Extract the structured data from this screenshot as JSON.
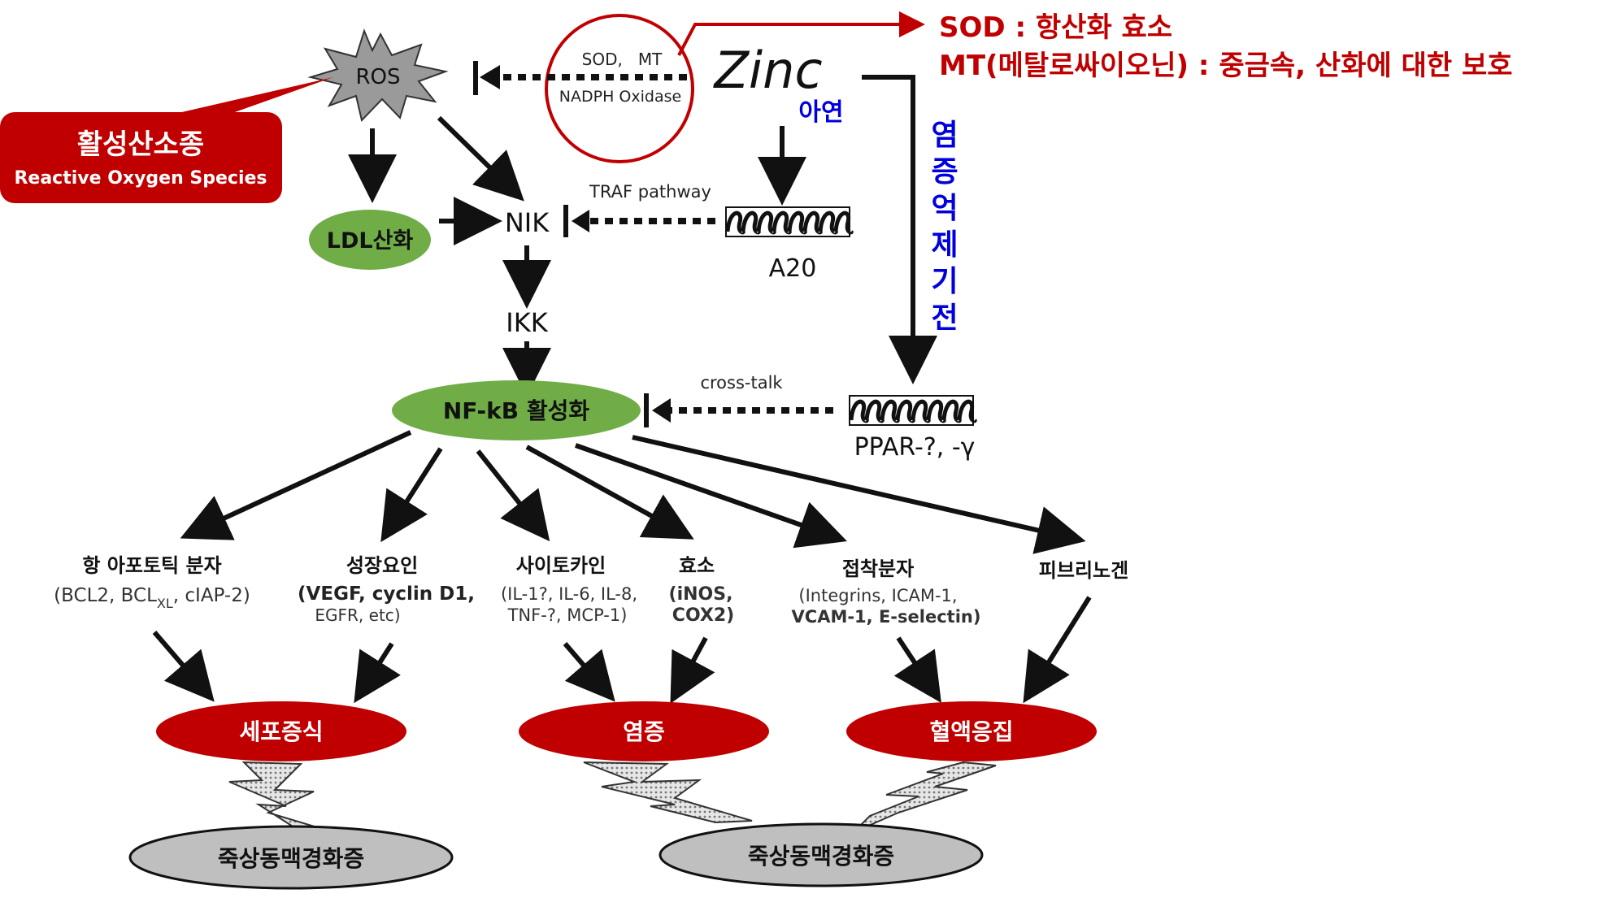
{
  "colors": {
    "red": "#c00000",
    "green": "#70ad47",
    "gray": "#bfbfbf",
    "blue": "#0000dd",
    "black": "#111111"
  },
  "ros": {
    "label": "ROS"
  },
  "ros_callout": {
    "korean": "활성산소종",
    "english": "Reactive Oxygen Species"
  },
  "enzymes": {
    "line1": "SOD,   MT",
    "line2": "NADPH Oxidase"
  },
  "zinc": {
    "label": "Zinc",
    "korean": "아연"
  },
  "sod_note": {
    "line1": "SOD : 항산화 효소",
    "line2": "MT(메탈로싸이오닌) : 중금속, 산화에 대한 보호"
  },
  "anti_inflammation": {
    "chars": [
      "염",
      "증",
      "억",
      "제",
      "기",
      "전"
    ]
  },
  "ldl": {
    "label": "LDL산화"
  },
  "nik": {
    "label": "NIK"
  },
  "traf": {
    "label": "TRAF pathway"
  },
  "a20": {
    "label": "A20"
  },
  "ikk": {
    "label": "IKK"
  },
  "nfkb": {
    "label": "NF-kB 활성화"
  },
  "cross_talk": {
    "label": "cross-talk"
  },
  "ppar": {
    "label": "PPAR-?, -γ"
  },
  "targets": [
    {
      "title": "항 아포토틱 분자",
      "l1": "(BCL2, BCL",
      "sub": "XL",
      "l1b": ", cIAP-2)",
      "l2": ""
    },
    {
      "title": "성장요인",
      "l1": "(VEGF, cyclin D1,",
      "l2": "EGFR, etc)"
    },
    {
      "title": "사이토카인",
      "l1": "(IL-1?, IL-6, IL-8,",
      "l2": "TNF-?, MCP-1)"
    },
    {
      "title": "효소",
      "l1": "(iNOS,",
      "l2": "COX2)"
    },
    {
      "title": "접착분자",
      "l1": "(Integrins, ICAM-1,",
      "l2": "VCAM-1, E-selectin)"
    },
    {
      "title": "피브리노겐",
      "l1": "",
      "l2": ""
    }
  ],
  "outcomes": [
    "세포증식",
    "염증",
    "혈액응집"
  ],
  "disease": [
    "죽상동맥경화증",
    "죽상동맥경화증"
  ]
}
